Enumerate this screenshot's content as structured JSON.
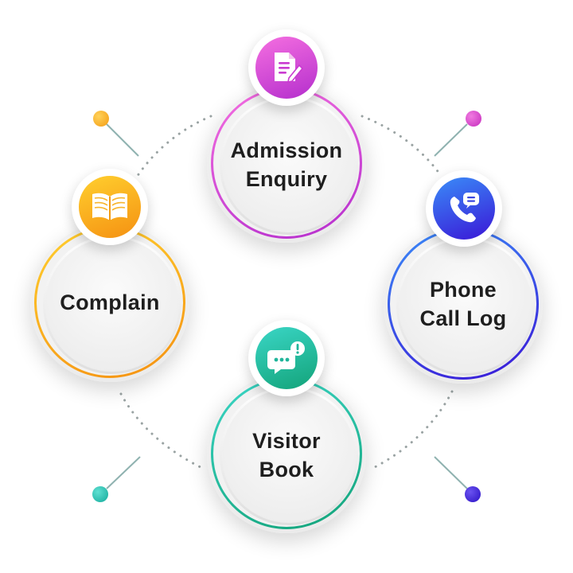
{
  "nodes": [
    {
      "id": "admission-enquiry",
      "lines": [
        "Admission",
        "Enquiry"
      ],
      "icon": "document-edit-icon",
      "gradient": [
        "#f25ad6",
        "#b92fcf"
      ]
    },
    {
      "id": "complain",
      "lines": [
        "Complain"
      ],
      "icon": "open-book-icon",
      "gradient": [
        "#ffc21a",
        "#f7941d"
      ]
    },
    {
      "id": "phone-call-log",
      "lines": [
        "Phone",
        "Call Log"
      ],
      "icon": "phone-message-icon",
      "gradient": [
        "#2f7cf6",
        "#3b1fd9"
      ]
    },
    {
      "id": "visitor-book",
      "lines": [
        "Visitor",
        "Book"
      ],
      "icon": "chat-alert-icon",
      "gradient": [
        "#2fd1c4",
        "#17a37a"
      ]
    }
  ],
  "decor": {
    "pin_colors": {
      "top_left": "#f7a81b",
      "top_right": "#d63ec9",
      "bottom_left": "#1fc1b0",
      "bottom_right": "#3a1fd6"
    },
    "dots_color": "#9aa3a3",
    "stem_color": "#8fb2b0"
  }
}
